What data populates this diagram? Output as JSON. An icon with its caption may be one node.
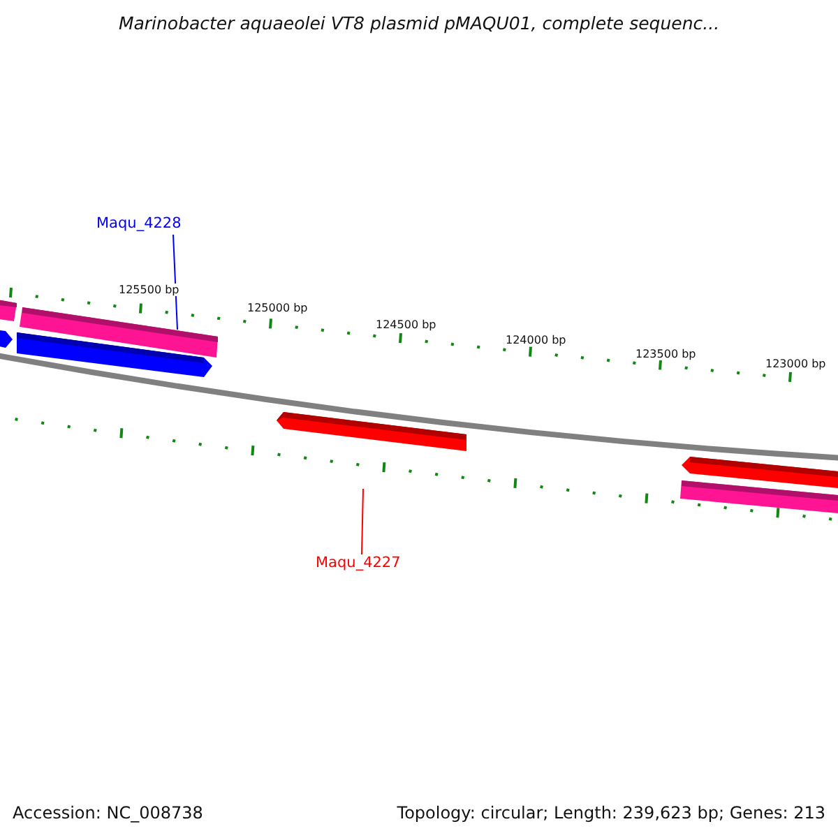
{
  "diagram": {
    "title": "Marinobacter aquaeolei VT8 plasmid pMAQU01, complete sequenc...",
    "nodes": [
      {
        "text": [
          "Maqu_4228"
        ]
      },
      {
        "text": [],
        "shape": "bar"
      },
      {
        "text": [
          "Maqu_4227"
        ]
      },
      {
        "text": [],
        "shape": "bar"
      }
    ],
    "edges": [
      {
        "from": 0,
        "to": 1,
        "arrow": "none",
        "color": "#0000ff"
      },
      {
        "from": 2,
        "to": 3,
        "arrow": "none",
        "color": "#ff0000"
      }
    ],
    "labels": [
      "125500 bp",
      "125000 bp",
      "124500 bp",
      "124000 bp",
      "123500 bp",
      "123000 bp",
      "Accession: NC_008738",
      "Topology: circular; Length: 239,623 bp; Genes: 213"
    ]
  }
}
